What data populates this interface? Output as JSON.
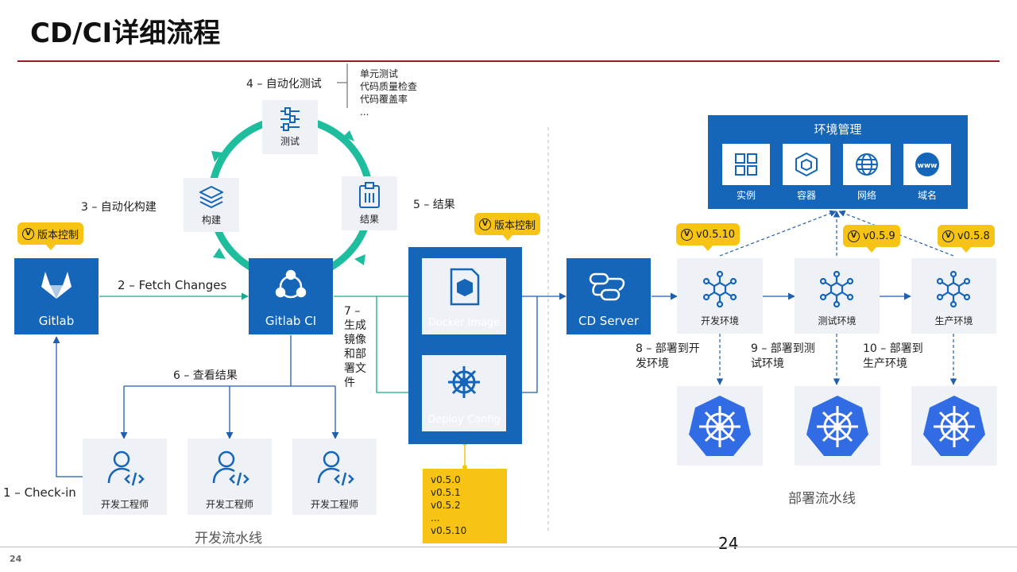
{
  "title": "CD/CI详细流程",
  "page_number": "24",
  "page_number_small": "24",
  "steps": {
    "s1": "1 – Check-in",
    "s2": "2 – Fetch Changes",
    "s3": "3 – 自动化构建",
    "s4": "4 – 自动化测试",
    "s5": "5 – 结果",
    "s6": "6 – 查看结果",
    "s7_lines": [
      "7 –",
      "生成",
      "镜像",
      "和部",
      "署文",
      "件"
    ],
    "s8_lines": [
      "8 – 部署到开",
      "发环境"
    ],
    "s9_lines": [
      "9 – 部署到测",
      "试环境"
    ],
    "s10_lines": [
      "10 – 部署到",
      "生产环境"
    ]
  },
  "test_items": [
    "单元测试",
    "代码质量检查",
    "代码覆盖率",
    "..."
  ],
  "nodes": {
    "gitlab": "Gitlab",
    "gitlab_ci": "Gitlab CI",
    "cycle_test": "测试",
    "cycle_build": "构建",
    "cycle_result": "结果",
    "docker_image": "Docker Image",
    "deploy_config": "Deploy Config",
    "cd_server": "CD Server",
    "dev_env": "开发环境",
    "test_env": "测试环境",
    "prod_env": "生产环境",
    "developer": "开发工程师"
  },
  "env_management": {
    "title": "环境管理",
    "items": [
      "实例",
      "容器",
      "网络",
      "域名"
    ]
  },
  "badges": {
    "version_control": "版本控制",
    "dev_version": "v0.5.10",
    "test_version": "v0.5.9",
    "prod_version": "v0.5.8"
  },
  "version_list": [
    "v0.5.0",
    "v0.5.1",
    "v0.5.2",
    "...",
    "v0.5.10"
  ],
  "captions": {
    "dev_pipeline": "开发流水线",
    "deploy_pipeline": "部署流水线"
  },
  "colors": {
    "primary_blue": "#1565b8",
    "badge_yellow": "#f7c315",
    "cycle_teal": "#1dbd9d",
    "title_rule": "#9b1c26",
    "k8s_blue": "#326ce5",
    "tile_grey": "#eef2f6"
  },
  "icons": {
    "gitlab": "gitlab-fox-icon",
    "gitlab_ci": "share-nodes-icon",
    "test": "sliders-icon",
    "build": "layers-icon",
    "result": "clipboard-icon",
    "docker_image": "cube-file-icon",
    "deploy_config": "helm-wheel-icon",
    "cd_server": "pipeline-icon",
    "env": "hub-node-icon",
    "k8s": "kubernetes-icon",
    "developer": "user-code-icon",
    "instance": "grid-icon",
    "container": "container-box-icon",
    "network": "globe-icon",
    "domain": "www-globe-icon"
  }
}
